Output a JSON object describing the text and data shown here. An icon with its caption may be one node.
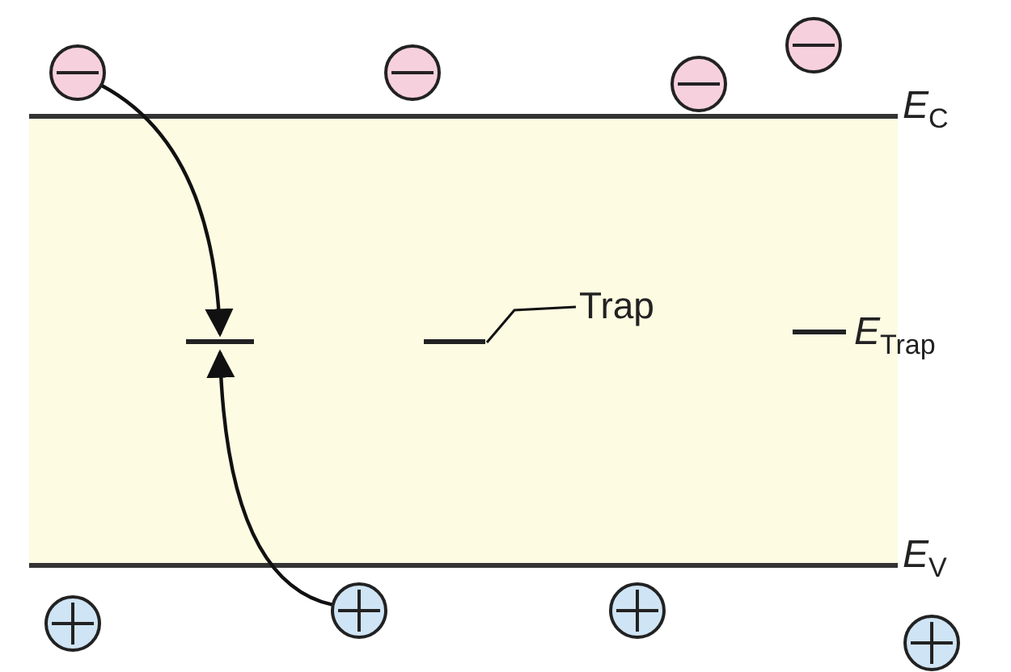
{
  "diagram": {
    "nodes": [
      {
        "text": [],
        "shape": "circle"
      },
      {
        "text": [],
        "shape": "circle"
      },
      {
        "text": [],
        "shape": "circle"
      },
      {
        "text": [],
        "shape": "circle"
      },
      {
        "text": [],
        "shape": "bar"
      },
      {
        "text": [],
        "shape": "bar"
      },
      {
        "text": [],
        "shape": "bar"
      },
      {
        "text": [
          "Trap"
        ]
      },
      {
        "text": [],
        "shape": "circle"
      },
      {
        "text": [],
        "shape": "circle"
      },
      {
        "text": [],
        "shape": "circle"
      },
      {
        "text": [],
        "shape": "circle"
      }
    ],
    "edges": [
      {
        "from": 0,
        "to": 4,
        "arrow": "to"
      },
      {
        "from": 9,
        "to": 4,
        "arrow": "to"
      },
      {
        "from": 7,
        "to": 5,
        "arrow": "none"
      }
    ],
    "labels": [
      "*E*$_{C}$",
      "*E*$_{Trap}$",
      "*E*$_{V}$"
    ]
  }
}
